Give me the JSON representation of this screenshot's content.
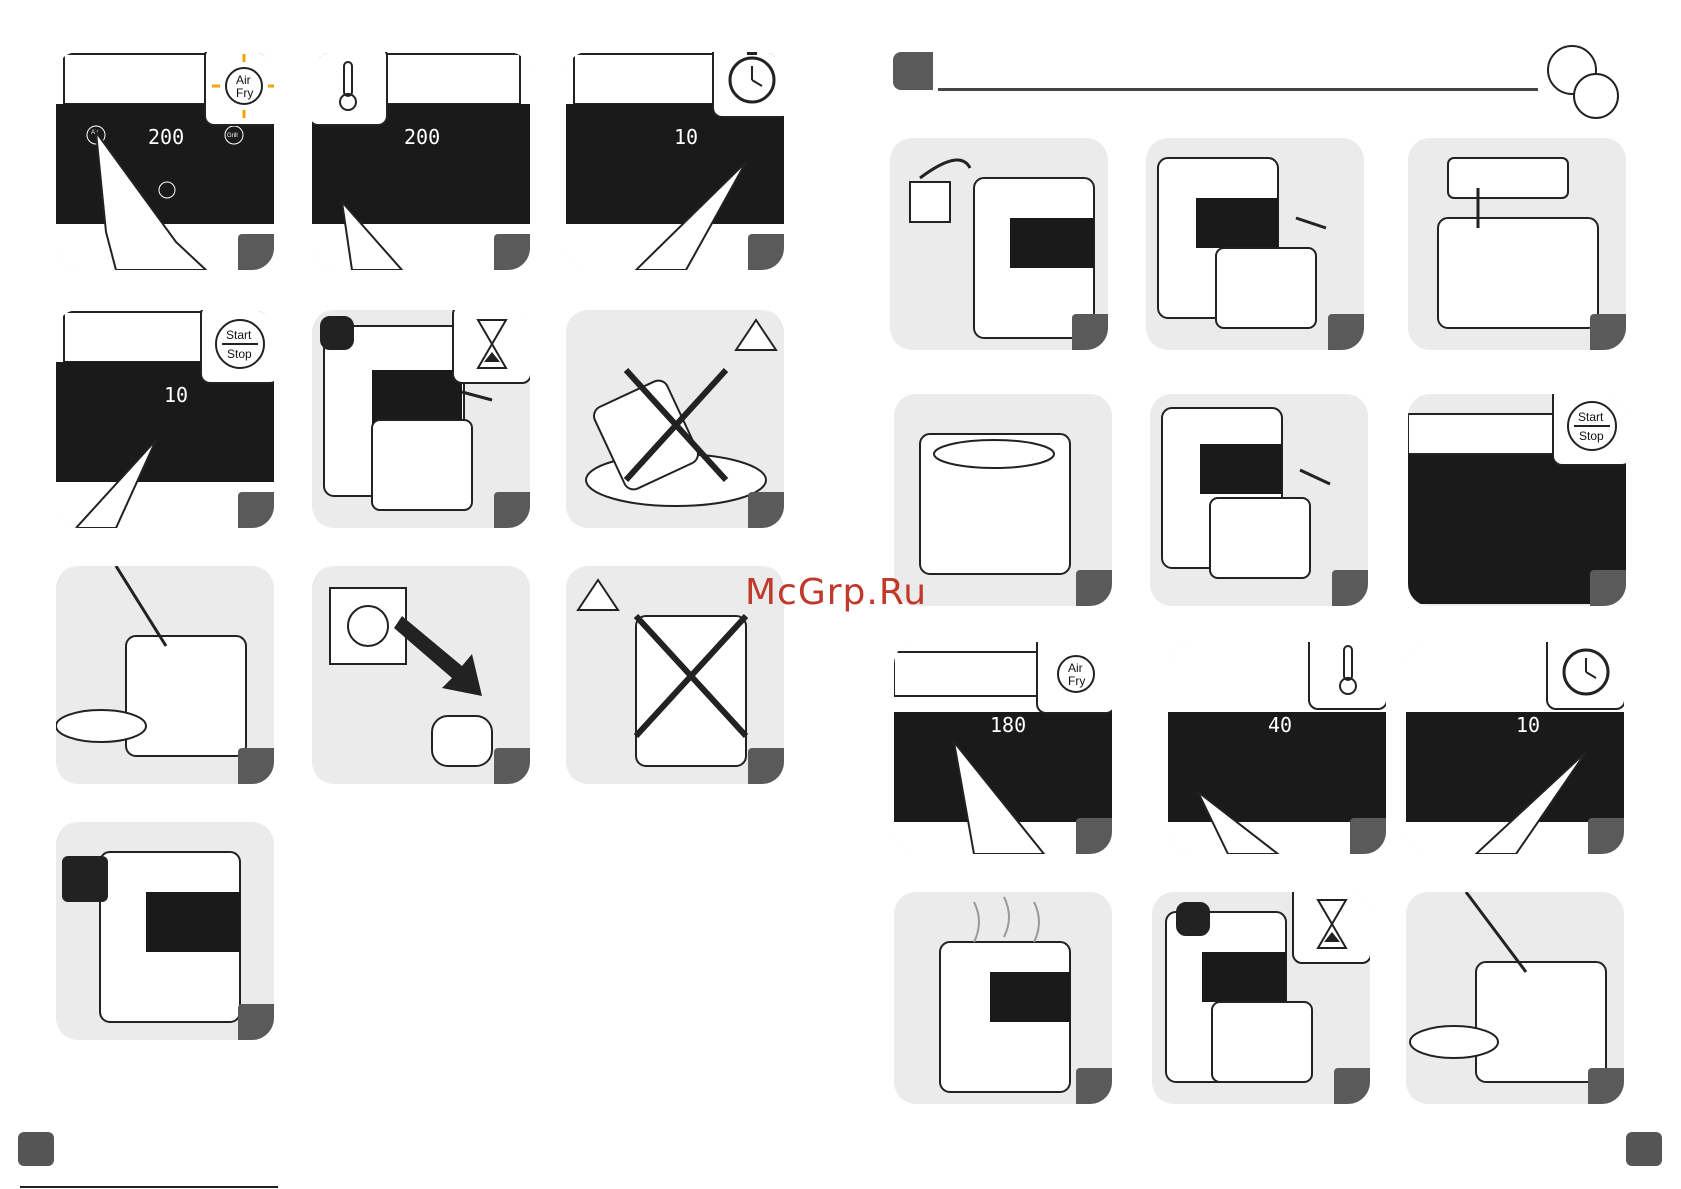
{
  "watermark": "McGrp.Ru",
  "display_values": {
    "p1": "200",
    "p2": "200",
    "p3": "10",
    "p4": "10",
    "r10": "180",
    "r11": "40",
    "r12": "10"
  },
  "buttons": {
    "air_fry": [
      "Air",
      "Fry"
    ],
    "start_stop": [
      "Start",
      "Stop"
    ],
    "grill": "Grill",
    "start_small": [
      "Start",
      "Stop"
    ]
  },
  "icons": [
    "sun-air-fry-icon",
    "thermometer-icon",
    "timer-icon",
    "start-stop-icon",
    "speaker-icon",
    "hourglass-icon",
    "hot-surface-warning-icon",
    "plug-socket-icon",
    "cooling-thermometer-icon",
    "fruit-vegetable-icon"
  ]
}
